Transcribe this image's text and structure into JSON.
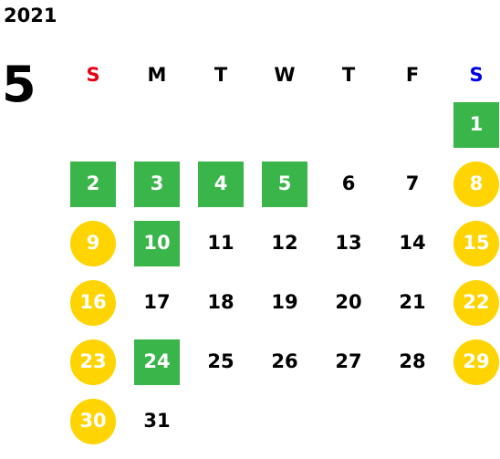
{
  "year": "2021",
  "month": "5",
  "colors": {
    "sunday": "#e60012",
    "saturday": "#0000e6",
    "holiday_green": "#3ab54a",
    "weekend_yellow": "#ffd400"
  },
  "weekdays": [
    "S",
    "M",
    "T",
    "W",
    "T",
    "F",
    "S"
  ],
  "weeks": [
    [
      {
        "day": "",
        "style": ""
      },
      {
        "day": "",
        "style": ""
      },
      {
        "day": "",
        "style": ""
      },
      {
        "day": "",
        "style": ""
      },
      {
        "day": "",
        "style": ""
      },
      {
        "day": "",
        "style": ""
      },
      {
        "day": "1",
        "style": "green"
      }
    ],
    [
      {
        "day": "2",
        "style": "green"
      },
      {
        "day": "3",
        "style": "green"
      },
      {
        "day": "4",
        "style": "green"
      },
      {
        "day": "5",
        "style": "green"
      },
      {
        "day": "6",
        "style": "plain"
      },
      {
        "day": "7",
        "style": "plain"
      },
      {
        "day": "8",
        "style": "circle"
      }
    ],
    [
      {
        "day": "9",
        "style": "circle"
      },
      {
        "day": "10",
        "style": "green"
      },
      {
        "day": "11",
        "style": "plain"
      },
      {
        "day": "12",
        "style": "plain"
      },
      {
        "day": "13",
        "style": "plain"
      },
      {
        "day": "14",
        "style": "plain"
      },
      {
        "day": "15",
        "style": "circle"
      }
    ],
    [
      {
        "day": "16",
        "style": "circle"
      },
      {
        "day": "17",
        "style": "plain"
      },
      {
        "day": "18",
        "style": "plain"
      },
      {
        "day": "19",
        "style": "plain"
      },
      {
        "day": "20",
        "style": "plain"
      },
      {
        "day": "21",
        "style": "plain"
      },
      {
        "day": "22",
        "style": "circle"
      }
    ],
    [
      {
        "day": "23",
        "style": "circle"
      },
      {
        "day": "24",
        "style": "green"
      },
      {
        "day": "25",
        "style": "plain"
      },
      {
        "day": "26",
        "style": "plain"
      },
      {
        "day": "27",
        "style": "plain"
      },
      {
        "day": "28",
        "style": "plain"
      },
      {
        "day": "29",
        "style": "circle"
      }
    ],
    [
      {
        "day": "30",
        "style": "circle"
      },
      {
        "day": "31",
        "style": "plain"
      },
      {
        "day": "",
        "style": ""
      },
      {
        "day": "",
        "style": ""
      },
      {
        "day": "",
        "style": ""
      },
      {
        "day": "",
        "style": ""
      },
      {
        "day": "",
        "style": ""
      }
    ]
  ]
}
